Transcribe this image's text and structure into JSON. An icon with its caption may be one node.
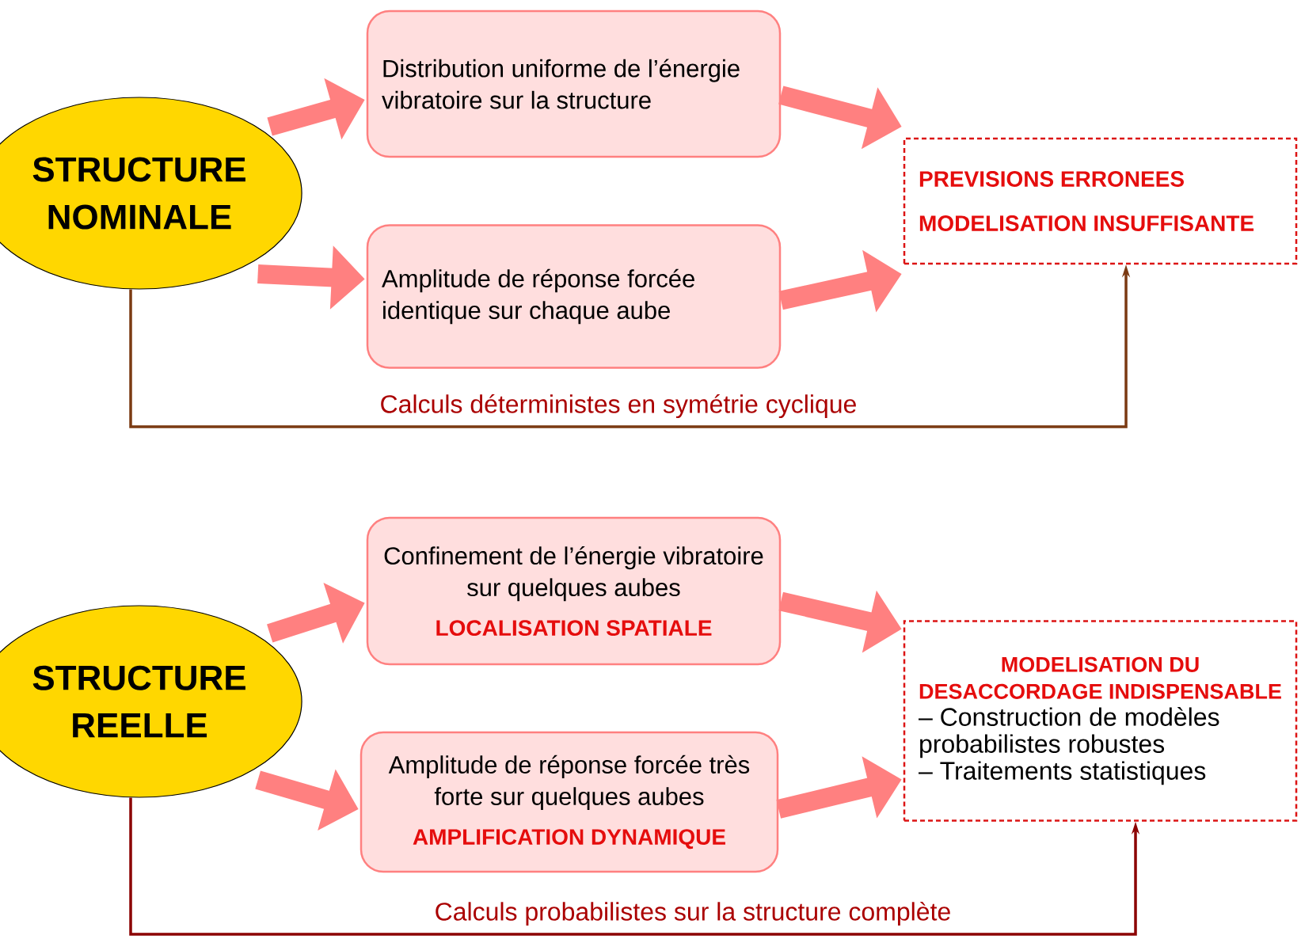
{
  "diagram": {
    "nodes": [
      {
        "text": [
          "STRUCTURE NOMINALE"
        ]
      },
      {
        "text": [
          "Distribution uniforme de l’énergie vibratoire sur la structure"
        ]
      },
      {
        "text": [
          "Amplitude de réponse forcée identique sur chaque aube"
        ]
      },
      {
        "text": [
          "PREVISIONS ERRONEES",
          "MODELISATION INSUFFISANTE"
        ]
      },
      {
        "text": [
          "STRUCTURE REELLE"
        ]
      },
      {
        "text": [
          "Confinement de l’énergie vibratoire sur quelques aubes",
          "LOCALISATION SPATIALE"
        ]
      },
      {
        "text": [
          "Amplitude de réponse forcée très forte sur quelques aubes",
          "AMPLIFICATION DYNAMIQUE"
        ]
      },
      {
        "text": [
          "MODELISATION DU DESACCORDAGE INDISPENSABLE",
          "– Construction de modèles probabilistes robustes",
          "– Traitements statistiques"
        ]
      }
    ],
    "edges": [
      {
        "from": 0,
        "to": 1,
        "arrow": "to"
      },
      {
        "from": 0,
        "to": 2,
        "arrow": "to"
      },
      {
        "from": 1,
        "to": 3,
        "arrow": "to"
      },
      {
        "from": 2,
        "to": 3,
        "arrow": "to"
      },
      {
        "from": 0,
        "to": 3,
        "arrow": "to",
        "label": "Calculs déterministes en symétrie cyclique",
        "color": "#7b3a12"
      },
      {
        "from": 4,
        "to": 5,
        "arrow": "to"
      },
      {
        "from": 4,
        "to": 6,
        "arrow": "to"
      },
      {
        "from": 5,
        "to": 7,
        "arrow": "to"
      },
      {
        "from": 6,
        "to": 7,
        "arrow": "to"
      },
      {
        "from": 4,
        "to": 7,
        "arrow": "to",
        "label": "Calculs probabilistes sur la structure complète",
        "color": "#8b0000"
      }
    ]
  }
}
